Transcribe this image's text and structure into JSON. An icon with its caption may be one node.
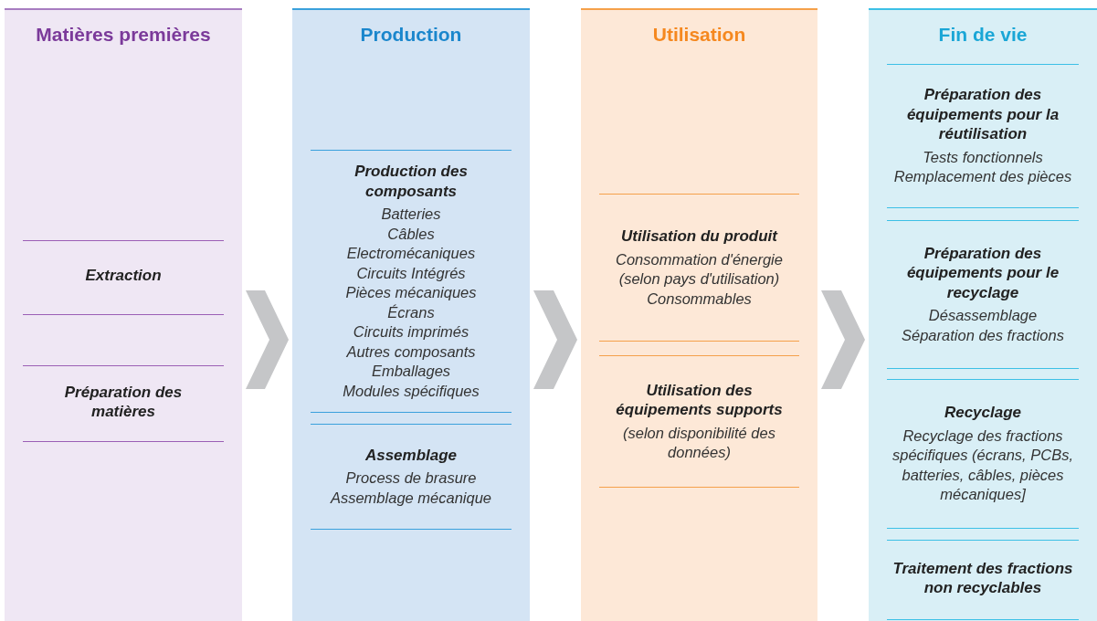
{
  "diagram": {
    "nodes": [
      {
        "text": [
          "Matières premières"
        ]
      },
      {
        "text": [
          "Extraction"
        ],
        "in": 0
      },
      {
        "text": [
          "Préparation des matières"
        ],
        "in": 0
      },
      {
        "text": [
          "Production"
        ]
      },
      {
        "text": [
          "Production des composants",
          "Batteries",
          "Câbles",
          "Electromécaniques",
          "Circuits Intégrés",
          "Pièces mécaniques",
          "Écrans",
          "Circuits imprimés",
          "Autres composants",
          "Emballages",
          "Modules spécifiques"
        ],
        "in": 3
      },
      {
        "text": [
          "Assemblage",
          "Process de brasure",
          "Assemblage mécanique"
        ],
        "in": 3
      },
      {
        "text": [
          "Utilisation"
        ]
      },
      {
        "text": [
          "Utilisation du produit",
          "Consommation d'énergie (selon pays d'utilisation)",
          "Consommables"
        ],
        "in": 6
      },
      {
        "text": [
          "Utilisation des équipements supports",
          "(selon disponibilité des données)"
        ],
        "in": 6
      },
      {
        "text": [
          "Fin de vie"
        ]
      },
      {
        "text": [
          "Préparation des équipements pour la réutilisation",
          "Tests fonctionnels",
          "Remplacement des pièces"
        ],
        "in": 9
      },
      {
        "text": [
          "Préparation des équipements pour le recyclage",
          "Désassemblage",
          "Séparation des fractions"
        ],
        "in": 9
      },
      {
        "text": [
          "Recyclage",
          "Recyclage des fractions spécifiques (écrans, PCBs, batteries, câbles, pièces mécaniques]"
        ],
        "in": 9
      },
      {
        "text": [
          "Traitement des fractions non recyclables"
        ],
        "in": 9
      }
    ],
    "edges": [
      {
        "from": 0,
        "to": 3,
        "arrow": "to"
      },
      {
        "from": 3,
        "to": 6,
        "arrow": "to"
      },
      {
        "from": 6,
        "to": 9,
        "arrow": "to"
      }
    ]
  }
}
